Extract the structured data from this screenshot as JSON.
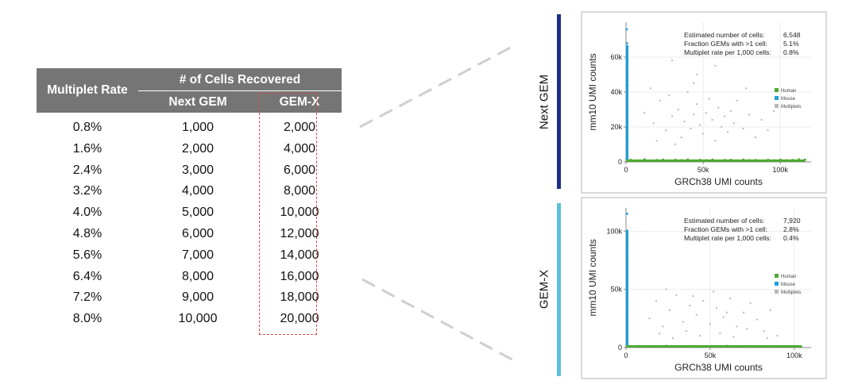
{
  "table": {
    "header_rate": "Multiplet Rate",
    "header_cells": "# of Cells Recovered",
    "header_next": "Next GEM",
    "header_gemx": "GEM-X",
    "rows": [
      {
        "rate": "0.8%",
        "next": "1,000",
        "gemx": "2,000"
      },
      {
        "rate": "1.6%",
        "next": "2,000",
        "gemx": "4,000"
      },
      {
        "rate": "2.4%",
        "next": "3,000",
        "gemx": "6,000"
      },
      {
        "rate": "3.2%",
        "next": "4,000",
        "gemx": "8,000"
      },
      {
        "rate": "4.0%",
        "next": "5,000",
        "gemx": "10,000"
      },
      {
        "rate": "4.8%",
        "next": "6,000",
        "gemx": "12,000"
      },
      {
        "rate": "5.6%",
        "next": "7,000",
        "gemx": "14,000"
      },
      {
        "rate": "6.4%",
        "next": "8,000",
        "gemx": "16,000"
      },
      {
        "rate": "7.2%",
        "next": "9,000",
        "gemx": "18,000"
      },
      {
        "rate": "8.0%",
        "next": "10,000",
        "gemx": "20,000"
      }
    ]
  },
  "side_labels": {
    "next": "Next GEM",
    "gemx": "GEM-X"
  },
  "colors": {
    "header_bg": "#757575",
    "highlight": "#e0474c",
    "next_bar": "#1a2f86",
    "gemx_bar": "#5bc0de",
    "human": "#4daa2f",
    "mouse": "#1e9fd8",
    "multiplets": "#b8b8b8"
  },
  "chart_data": [
    {
      "type": "scatter",
      "panel": "next",
      "xlabel": "GRCh38 UMI counts",
      "ylabel": "mm10 UMI counts",
      "xlim": [
        0,
        120000
      ],
      "ylim": [
        0,
        80000
      ],
      "xticks": [
        {
          "v": 0,
          "label": "0"
        },
        {
          "v": 50000,
          "label": "50k"
        },
        {
          "v": 100000,
          "label": "100k"
        }
      ],
      "yticks": [
        {
          "v": 0,
          "label": "0"
        },
        {
          "v": 20000,
          "label": "20k"
        },
        {
          "v": 40000,
          "label": "40k"
        },
        {
          "v": 60000,
          "label": "60k"
        }
      ],
      "stats": [
        {
          "label": "Estimated number of cells:",
          "value": "6,548"
        },
        {
          "label": "Fraction GEMs with >1 cell:",
          "value": "5.1%"
        },
        {
          "label": "Multiplet rate per 1,000 cells:",
          "value": "0.8%"
        }
      ],
      "legend": [
        "Human",
        "Mouse",
        "Multiplets"
      ],
      "series": [
        {
          "name": "Human",
          "points": [
            [
              3000,
              1200
            ],
            [
              8000,
              900
            ],
            [
              12000,
              1500
            ],
            [
              16000,
              700
            ],
            [
              20000,
              1100
            ],
            [
              24000,
              1300
            ],
            [
              28000,
              800
            ],
            [
              32000,
              1200
            ],
            [
              36000,
              1000
            ],
            [
              40000,
              1400
            ],
            [
              44000,
              900
            ],
            [
              48000,
              1200
            ],
            [
              52000,
              1000
            ],
            [
              56000,
              1300
            ],
            [
              60000,
              800
            ],
            [
              64000,
              1100
            ],
            [
              68000,
              1200
            ],
            [
              72000,
              900
            ],
            [
              76000,
              1300
            ],
            [
              80000,
              1000
            ],
            [
              84000,
              1100
            ],
            [
              88000,
              800
            ],
            [
              92000,
              1200
            ],
            [
              96000,
              900
            ],
            [
              100000,
              1300
            ],
            [
              104000,
              1000
            ],
            [
              108000,
              1100
            ],
            [
              112000,
              1500
            ],
            [
              116000,
              1300
            ]
          ]
        },
        {
          "name": "Mouse",
          "points": [
            [
              300,
              2000
            ],
            [
              500,
              5000
            ],
            [
              400,
              8000
            ],
            [
              600,
              11000
            ],
            [
              300,
              14000
            ],
            [
              700,
              17000
            ],
            [
              500,
              20000
            ],
            [
              400,
              23000
            ],
            [
              800,
              26000
            ],
            [
              300,
              29000
            ],
            [
              600,
              32000
            ],
            [
              500,
              35000
            ],
            [
              400,
              38000
            ],
            [
              700,
              41000
            ],
            [
              300,
              44000
            ],
            [
              500,
              47000
            ],
            [
              600,
              50000
            ],
            [
              400,
              53000
            ],
            [
              500,
              56000
            ],
            [
              300,
              59000
            ],
            [
              600,
              62000
            ],
            [
              500,
              68000
            ],
            [
              400,
              76000
            ]
          ]
        },
        {
          "name": "Multiplets",
          "points": [
            [
              12000,
              28000
            ],
            [
              18000,
              22000
            ],
            [
              22000,
              35000
            ],
            [
              26000,
              18000
            ],
            [
              30000,
              26000
            ],
            [
              34000,
              30000
            ],
            [
              36000,
              14000
            ],
            [
              38000,
              23000
            ],
            [
              40000,
              40000
            ],
            [
              42000,
              19000
            ],
            [
              44000,
              27000
            ],
            [
              46000,
              33000
            ],
            [
              48000,
              21000
            ],
            [
              50000,
              16000
            ],
            [
              52000,
              28000
            ],
            [
              54000,
              36000
            ],
            [
              56000,
              24000
            ],
            [
              58000,
              12000
            ],
            [
              60000,
              31000
            ],
            [
              62000,
              20000
            ],
            [
              64000,
              26000
            ],
            [
              66000,
              17000
            ],
            [
              68000,
              29000
            ],
            [
              70000,
              22000
            ],
            [
              72000,
              35000
            ],
            [
              76000,
              19000
            ],
            [
              80000,
              27000
            ],
            [
              84000,
              14000
            ],
            [
              88000,
              24000
            ],
            [
              92000,
              18000
            ],
            [
              96000,
              29000
            ],
            [
              20000,
              12000
            ],
            [
              28000,
              38000
            ],
            [
              32000,
              10000
            ],
            [
              44000,
              45000
            ],
            [
              46000,
              50000
            ],
            [
              58000,
              55000
            ],
            [
              30000,
              58000
            ],
            [
              78000,
              42000
            ],
            [
              16000,
              42000
            ]
          ]
        }
      ]
    },
    {
      "type": "scatter",
      "panel": "gemx",
      "xlabel": "GRCh38 UMI counts",
      "ylabel": "mm10 UMI counts",
      "xlim": [
        0,
        110000
      ],
      "ylim": [
        0,
        120000
      ],
      "xticks": [
        {
          "v": 0,
          "label": "0"
        },
        {
          "v": 50000,
          "label": "50k"
        },
        {
          "v": 100000,
          "label": "100k"
        }
      ],
      "yticks": [
        {
          "v": 0,
          "label": "0"
        },
        {
          "v": 50000,
          "label": "50k"
        },
        {
          "v": 100000,
          "label": "100k"
        }
      ],
      "stats": [
        {
          "label": "Estimated number of cells:",
          "value": "7,920"
        },
        {
          "label": "Fraction GEMs with >1 cell:",
          "value": "2.8%"
        },
        {
          "label": "Multiplet rate per 1,000 cells:",
          "value": "0.4%"
        }
      ],
      "legend": [
        "Human",
        "Mouse",
        "Multiplets"
      ],
      "series": [
        {
          "name": "Human",
          "points": [
            [
              3000,
              1000
            ],
            [
              8000,
              1400
            ],
            [
              12000,
              800
            ],
            [
              16000,
              1200
            ],
            [
              20000,
              1000
            ],
            [
              24000,
              1500
            ],
            [
              28000,
              900
            ],
            [
              32000,
              1200
            ],
            [
              36000,
              1100
            ],
            [
              40000,
              800
            ],
            [
              44000,
              1300
            ],
            [
              48000,
              1000
            ],
            [
              52000,
              1200
            ],
            [
              56000,
              900
            ],
            [
              60000,
              1400
            ],
            [
              64000,
              1000
            ],
            [
              68000,
              1100
            ],
            [
              72000,
              800
            ],
            [
              76000,
              1300
            ],
            [
              80000,
              1000
            ],
            [
              84000,
              1200
            ],
            [
              88000,
              900
            ],
            [
              92000,
              1100
            ],
            [
              96000,
              1000
            ],
            [
              100000,
              1300
            ],
            [
              104000,
              1000
            ]
          ]
        },
        {
          "name": "Mouse",
          "points": [
            [
              300,
              3000
            ],
            [
              500,
              7000
            ],
            [
              400,
              11000
            ],
            [
              600,
              15000
            ],
            [
              300,
              19000
            ],
            [
              700,
              23000
            ],
            [
              500,
              27000
            ],
            [
              400,
              31000
            ],
            [
              800,
              35000
            ],
            [
              300,
              39000
            ],
            [
              600,
              43000
            ],
            [
              500,
              47000
            ],
            [
              400,
              52000
            ],
            [
              700,
              57000
            ],
            [
              300,
              62000
            ],
            [
              500,
              68000
            ],
            [
              600,
              74000
            ],
            [
              400,
              80000
            ],
            [
              600,
              115000
            ]
          ]
        },
        {
          "name": "Multiplets",
          "points": [
            [
              14000,
              25000
            ],
            [
              18000,
              40000
            ],
            [
              22000,
              18000
            ],
            [
              26000,
              32000
            ],
            [
              30000,
              45000
            ],
            [
              34000,
              22000
            ],
            [
              38000,
              36000
            ],
            [
              42000,
              28000
            ],
            [
              46000,
              40000
            ],
            [
              50000,
              20000
            ],
            [
              54000,
              34000
            ],
            [
              58000,
              26000
            ],
            [
              62000,
              42000
            ],
            [
              66000,
              18000
            ],
            [
              70000,
              30000
            ],
            [
              74000,
              38000
            ],
            [
              78000,
              24000
            ],
            [
              82000,
              14000
            ],
            [
              86000,
              32000
            ],
            [
              20000,
              12000
            ],
            [
              28000,
              8000
            ],
            [
              36000,
              14000
            ],
            [
              44000,
              10000
            ],
            [
              56000,
              12000
            ],
            [
              64000,
              9000
            ],
            [
              24000,
              50000
            ],
            [
              40000,
              44000
            ],
            [
              52000,
              48000
            ],
            [
              60000,
              30000
            ],
            [
              72000,
              16000
            ],
            [
              84000,
              8000
            ],
            [
              90000,
              10000
            ]
          ]
        }
      ]
    }
  ]
}
